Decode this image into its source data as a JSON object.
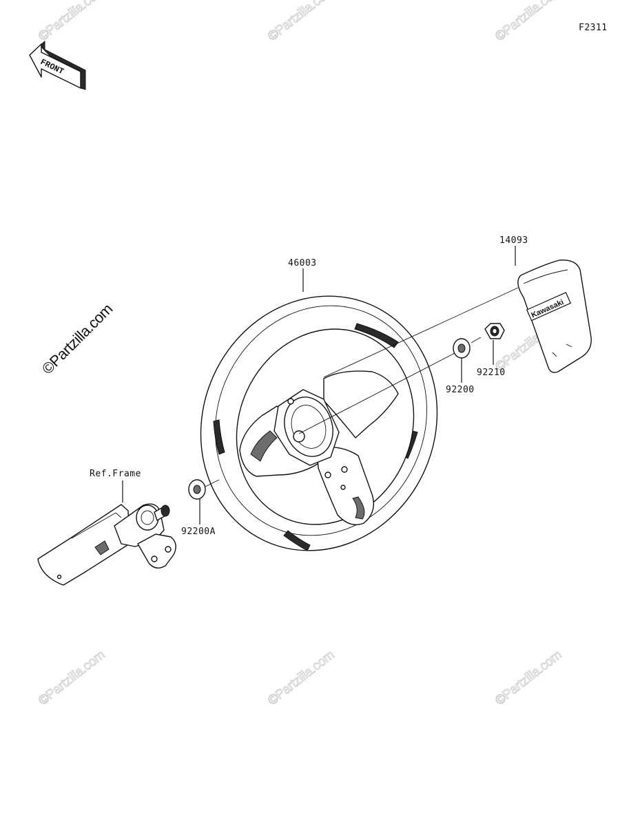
{
  "figure_code": "F2311",
  "direction_label": "FRONT",
  "brand_text": "Kawasaki",
  "watermark_main": "©Partzilla.com",
  "watermark_faint": "©Partzilla.com",
  "parts": [
    {
      "id": "46003",
      "label": "46003"
    },
    {
      "id": "14093",
      "label": "14093"
    },
    {
      "id": "92200",
      "label": "92200"
    },
    {
      "id": "92210",
      "label": "92210"
    },
    {
      "id": "92200A",
      "label": "92200A"
    }
  ],
  "reference_label": "Ref.Frame"
}
